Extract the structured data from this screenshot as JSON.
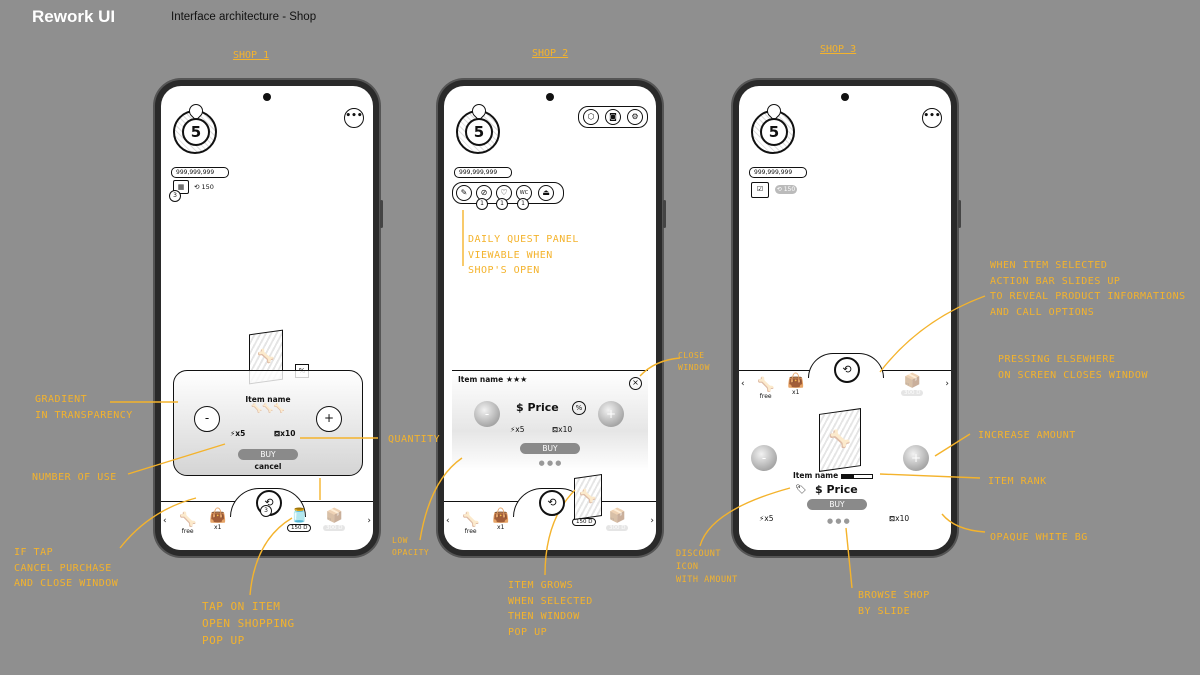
{
  "header": {
    "app_title": "Rework UI",
    "subtitle": "Interface architecture - Shop"
  },
  "shops": [
    {
      "label": "SHOP 1"
    },
    {
      "label": "SHOP 2"
    },
    {
      "label": "SHOP 3"
    }
  ],
  "hud": {
    "level": "5",
    "currency": "999,999,999",
    "timer": "150",
    "calendar_badge": "3",
    "menu": "•••",
    "quest_badge": "1",
    "wc": "WC",
    "clock_badge": "3"
  },
  "bottom_bar": {
    "items": [
      {
        "icon": "bone-icon",
        "label": "free"
      },
      {
        "icon": "bag-icon",
        "label": "x1"
      },
      {
        "icon": "jar-icon",
        "price": "150 D"
      },
      {
        "icon": "box-icon",
        "price": "300 D"
      }
    ],
    "left_arrow": "‹",
    "right_arrow": "›"
  },
  "popup1": {
    "item_name": "Item name",
    "minus": "-",
    "plus": "+",
    "uses": "x5",
    "quantity": "x10",
    "buy": "BUY",
    "cancel": "cancel",
    "discount": "%"
  },
  "popup2": {
    "item_name": "Item name",
    "stars": "★★★",
    "price": "$ Price",
    "discount": "%",
    "minus": "-",
    "plus": "+",
    "uses": "x5",
    "quantity": "x10",
    "buy": "BUY",
    "close": "×"
  },
  "popup3": {
    "item_name": "Item name",
    "price": "$ Price",
    "minus": "-",
    "plus": "+",
    "uses": "x5",
    "quantity": "x10",
    "buy": "BUY"
  },
  "annotations": {
    "gradient": "GRADIENT\nIN TRANSPARENCY",
    "number_of_use": "NUMBER OF USE",
    "quantity": "QUANTITY",
    "if_tap": "IF TAP\nCANCEL PURCHASE\nAND CLOSE WINDOW",
    "tap_on_item": "TAP ON ITEM\nOPEN SHOPPING\nPOP UP",
    "daily_quest": "DAILY QUEST PANEL\nVIEWABLE WHEN\nSHOP'S OPEN",
    "close_window": "CLOSE\nWINDOW",
    "low_opacity": "LOW\nOPACITY",
    "item_grows": "ITEM GROWS\nWHEN SELECTED\nTHEN WINDOW\nPOP UP",
    "discount_icon": "DISCOUNT\nICON\nWITH AMOUNT",
    "when_item_selected": "WHEN ITEM SELECTED\nACTION BAR SLIDES UP\nTO REVEAL PRODUCT INFORMATIONS\nAND CALL OPTIONS",
    "pressing_elsewhere": "PRESSING ELSEWHERE\nON SCREEN CLOSES WINDOW",
    "increase_amount": "INCREASE AMOUNT",
    "item_rank": "ITEM RANK",
    "opaque_white": "OPAQUE WHITE BG",
    "browse_shop": "BROWSE SHOP\nBY SLIDE"
  },
  "colors": {
    "background": "#8f8f8f",
    "annotation": "#f4b32c",
    "phone": "#2a2a2a"
  }
}
